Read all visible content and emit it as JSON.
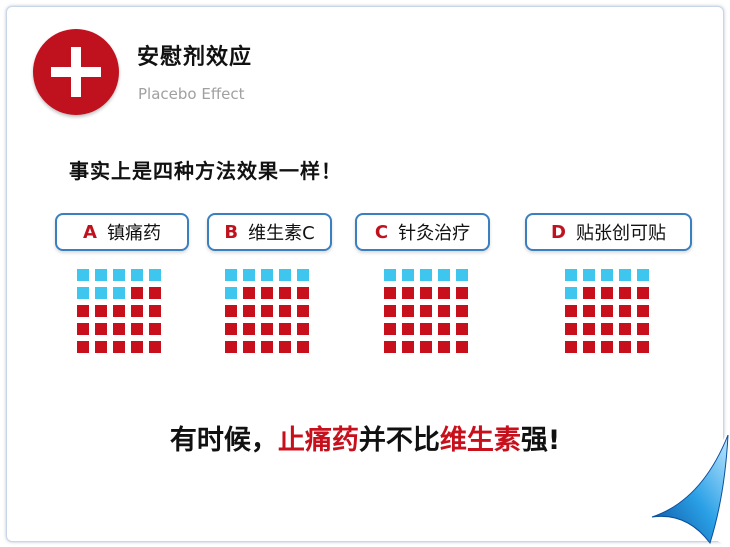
{
  "header": {
    "title": "安慰剂效应",
    "subtitle": "Placebo Effect"
  },
  "statement": "事实上是四种方法效果一样！",
  "options": [
    {
      "letter": "A",
      "label": "镇痛药",
      "blue_count": 8
    },
    {
      "letter": "B",
      "label": "维生素C",
      "blue_count": 6
    },
    {
      "letter": "C",
      "label": "针灸治疗",
      "blue_count": 5
    },
    {
      "letter": "D",
      "label": "贴张创可贴",
      "blue_count": 6
    }
  ],
  "grid": {
    "rows": 5,
    "cols": 5
  },
  "conclusion": {
    "part1": "有时候，",
    "part2": "止痛药",
    "part3": "并不比",
    "part4": "维生素",
    "part5": "强!"
  },
  "colors": {
    "accent_red": "#c8101c",
    "accent_blue": "#3ec6ee",
    "border_blue": "#3a7fbf"
  },
  "icons": {
    "logo": "plus-icon",
    "corner": "page-curl-icon"
  }
}
